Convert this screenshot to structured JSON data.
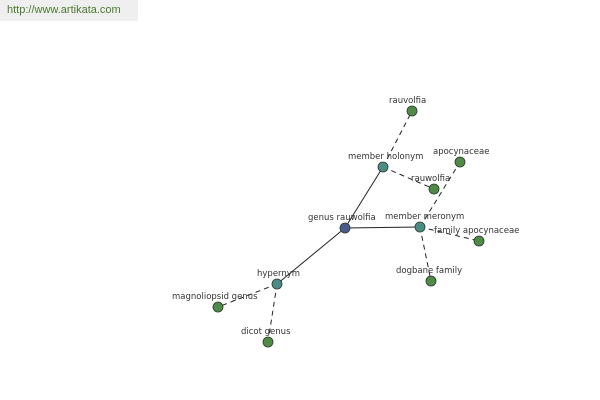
{
  "header": {
    "url": "http://www.artikata.com"
  },
  "colors": {
    "center": "#4a5a8c",
    "relation": "#4b8c84",
    "leaf": "#4f8a46",
    "outline": "#2c3a2c"
  },
  "graph": {
    "nodes": [
      {
        "id": "genus",
        "label": "genus rauwolfia",
        "kind": "center"
      },
      {
        "id": "holonym",
        "label": "member holonym",
        "kind": "relation"
      },
      {
        "id": "meronym",
        "label": "member meronym",
        "kind": "relation"
      },
      {
        "id": "hypernym",
        "label": "hypernym",
        "kind": "relation"
      },
      {
        "id": "rauv1",
        "label": "rauvolfia",
        "kind": "leaf"
      },
      {
        "id": "apocyn",
        "label": "apocynaceae",
        "kind": "leaf"
      },
      {
        "id": "rauv2",
        "label": "rauwolfia",
        "kind": "leaf"
      },
      {
        "id": "famapoc",
        "label": "family apocynaceae",
        "kind": "leaf"
      },
      {
        "id": "dogbane",
        "label": "dogbane family",
        "kind": "leaf"
      },
      {
        "id": "magnol",
        "label": "magnoliopsid genus",
        "kind": "leaf"
      },
      {
        "id": "dicot",
        "label": "dicot genus",
        "kind": "leaf"
      }
    ],
    "edges": [
      {
        "from": "genus",
        "to": "holonym",
        "style": "solid"
      },
      {
        "from": "genus",
        "to": "meronym",
        "style": "solid"
      },
      {
        "from": "genus",
        "to": "hypernym",
        "style": "solid"
      },
      {
        "from": "holonym",
        "to": "rauv1",
        "style": "dashed"
      },
      {
        "from": "holonym",
        "to": "rauv2",
        "style": "dashed"
      },
      {
        "from": "meronym",
        "to": "apocyn",
        "style": "dashed"
      },
      {
        "from": "meronym",
        "to": "famapoc",
        "style": "dashed"
      },
      {
        "from": "meronym",
        "to": "dogbane",
        "style": "dashed"
      },
      {
        "from": "hypernym",
        "to": "magnol",
        "style": "dashed"
      },
      {
        "from": "hypernym",
        "to": "dicot",
        "style": "dashed"
      }
    ]
  }
}
